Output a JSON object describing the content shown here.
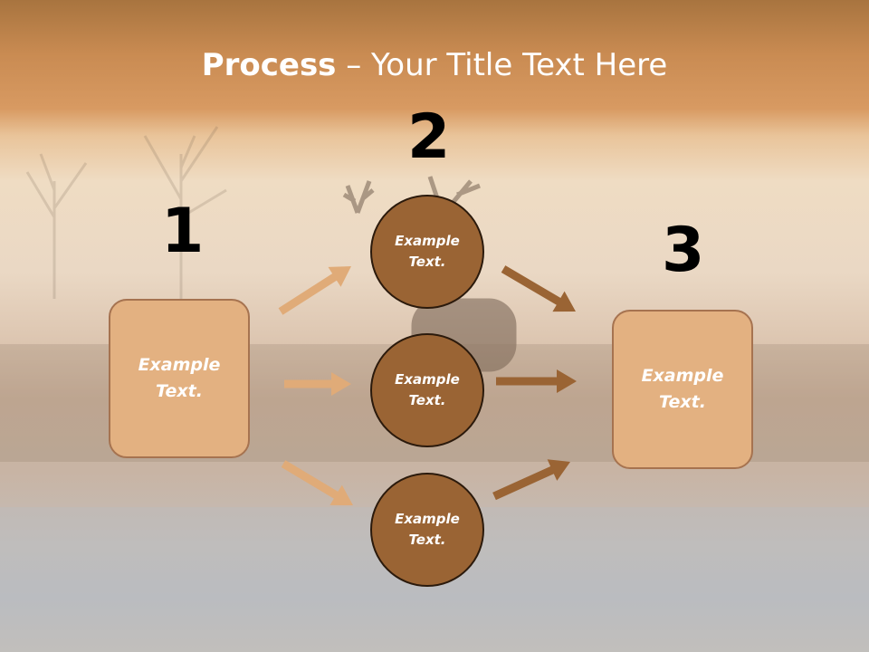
{
  "title": {
    "bold": "Process",
    "rest": " – Your Title Text Here"
  },
  "steps": [
    {
      "number": "1",
      "text": "Example\nText."
    },
    {
      "number": "2",
      "items": [
        "Example\nText.",
        "Example\nText.",
        "Example\nText."
      ]
    },
    {
      "number": "3",
      "text": "Example\nText."
    }
  ],
  "colors": {
    "box_fill": "#e3b181",
    "box_border": "#a67350",
    "circle_fill": "#9a6434",
    "circle_border": "#2b1a0c",
    "arrow_light": "#e0ab78",
    "arrow_dark": "#9a6434"
  }
}
